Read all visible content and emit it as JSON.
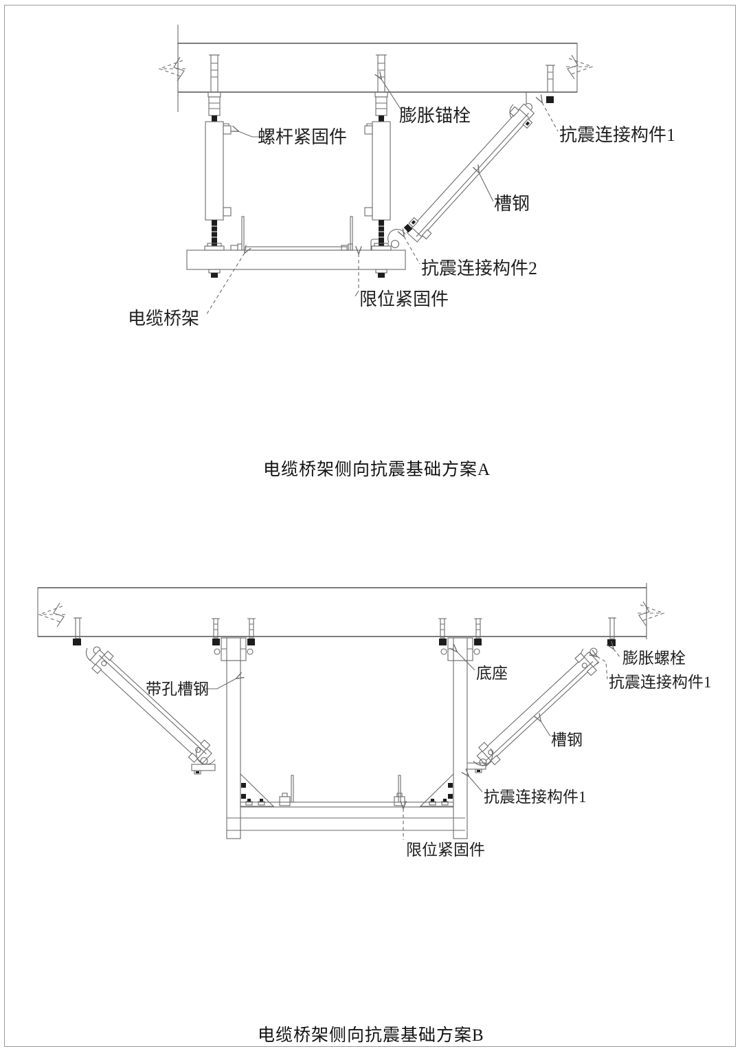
{
  "page": {
    "background": "#ffffff",
    "line_color": "#6a6a6a",
    "text_color": "#1f1f1f"
  },
  "scheme_a": {
    "title": "电缆桥架侧向抗震基础方案A",
    "labels": {
      "rod_fastener": "螺杆紧固件",
      "expansion_anchor": "膨胀锚栓",
      "seismic_connector_1": "抗震连接构件1",
      "channel_steel": "槽钢",
      "seismic_connector_2": "抗震连接构件2",
      "limit_fastener": "限位紧固件",
      "cable_tray": "电缆桥架"
    }
  },
  "scheme_b": {
    "title": "电缆桥架侧向抗震基础方案B",
    "labels": {
      "perforated_channel": "带孔槽钢",
      "base_plate": "底座",
      "expansion_bolt": "膨胀螺栓",
      "seismic_connector_1_top": "抗震连接构件1",
      "channel_steel": "槽钢",
      "seismic_connector_1_bottom": "抗震连接构件1",
      "limit_fastener": "限位紧固件"
    }
  }
}
